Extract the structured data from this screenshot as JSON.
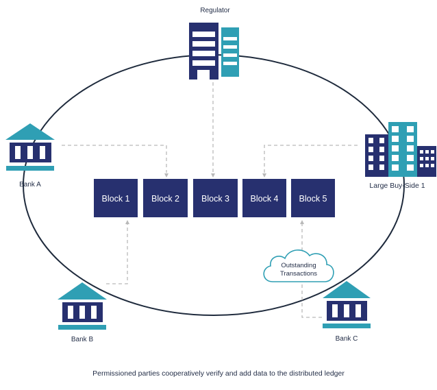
{
  "colors": {
    "navy": "#27306f",
    "teal": "#2f9fb4",
    "ring": "#1e2a3c",
    "dash": "#b9b9b9",
    "white": "#ffffff"
  },
  "nodes": {
    "regulator": {
      "label": "Regulator",
      "icon": "regulator-building-icon"
    },
    "bank_a": {
      "label": "Bank A",
      "icon": "bank-icon"
    },
    "bank_b": {
      "label": "Bank B",
      "icon": "bank-icon"
    },
    "bank_c": {
      "label": "Bank C",
      "icon": "bank-icon"
    },
    "buy_side": {
      "label": "Large Buy-Side 1",
      "icon": "city-buildings-icon"
    }
  },
  "blocks": [
    "Block 1",
    "Block 2",
    "Block 3",
    "Block 4",
    "Block 5"
  ],
  "cloud": {
    "line1": "Outstanding",
    "line2": "Transactions",
    "icon": "cloud-icon"
  },
  "caption": "Permissioned parties cooperatively verify and add data to the distributed ledger"
}
